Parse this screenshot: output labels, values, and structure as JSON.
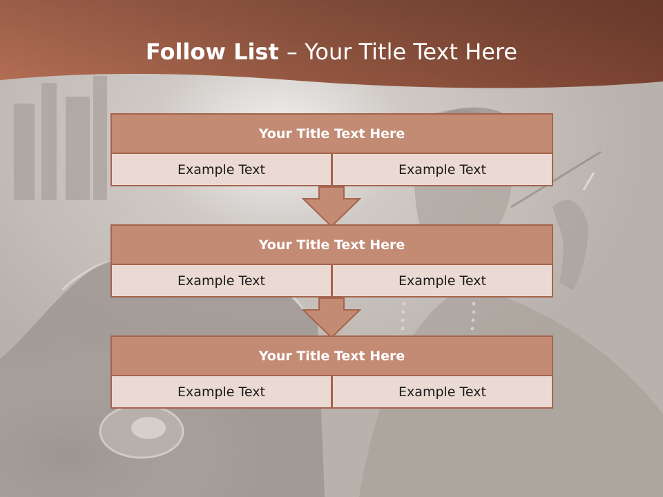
{
  "title": {
    "bold": "Follow List ",
    "rest": " – Your Title Text Here"
  },
  "blocks": [
    {
      "heading": "Your Title Text Here",
      "left": "Example Text",
      "right": "Example Text"
    },
    {
      "heading": "Your Title Text Here",
      "left": "Example Text",
      "right": "Example Text"
    },
    {
      "heading": "Your Title Text Here",
      "left": "Example Text",
      "right": "Example Text"
    }
  ],
  "colors": {
    "header_band": "#a8624a",
    "block_head": "#c38a74",
    "block_cell": "#ebd9d3",
    "border": "#a5644c"
  }
}
